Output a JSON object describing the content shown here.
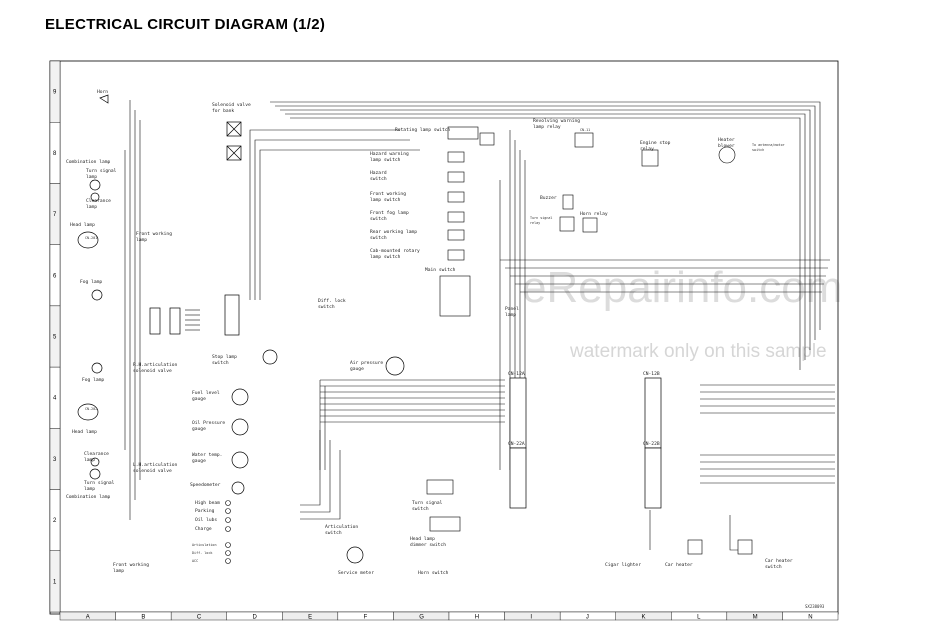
{
  "title": "ELECTRICAL CIRCUIT DIAGRAM (1/2)",
  "watermark": {
    "main": "eRepairinfo.com",
    "sub": "watermark only on this sample"
  },
  "figure_code": "SX238093",
  "grid": {
    "columns": [
      "A",
      "B",
      "C",
      "D",
      "E",
      "F",
      "G",
      "H",
      "I",
      "J",
      "K",
      "L",
      "M",
      "N"
    ],
    "rows": [
      "9",
      "8",
      "7",
      "6",
      "5",
      "4",
      "3",
      "2",
      "1"
    ]
  },
  "components": {
    "horn": "Horn",
    "solenoid_valve": [
      "Solenoid valve",
      "for bank"
    ],
    "combination_lamp_top": "Combination lamp",
    "turn_signal_top": [
      "Turn signal",
      "lamp"
    ],
    "clearance_top": [
      "Clearance",
      "lamp"
    ],
    "head_lamp_top": "Head lamp",
    "front_working_top": [
      "Front working",
      "lamp"
    ],
    "fog_lamp_top": "Fog lamp",
    "fog_lamp_bottom": "Fog lamp",
    "head_lamp_bottom": "Head lamp",
    "clearance_bottom": [
      "Clearance",
      "lamp"
    ],
    "turn_signal_bottom": [
      "Turn signal",
      "lamp"
    ],
    "combination_lamp_bottom": "Combination lamp",
    "front_working_bottom": [
      "Front working",
      "lamp"
    ],
    "r_h_articulation": [
      "R.H.articulation",
      "solenoid valve"
    ],
    "l_h_articulation": [
      "L.H.articulation",
      "solenoid valve"
    ],
    "stop_lamp_switch": [
      "Stop lamp",
      "switch"
    ],
    "air_pressure_gauge": [
      "Air pressure",
      "gauge"
    ],
    "diff_lock_switch": [
      "Diff. lock",
      "switch"
    ],
    "fuel_level_gauge": [
      "Fuel level",
      "gauge"
    ],
    "oil_pressure_gauge": [
      "Oil Pressure",
      "gauge"
    ],
    "water_temp_gauge": [
      "Water temp.",
      "gauge"
    ],
    "speedometer": "Speedometer",
    "indicators": [
      "High beam",
      "Parking",
      "Oil lubs",
      "Charge"
    ],
    "indicators2": [
      "Articulation",
      "Diff. lock",
      "ACC"
    ],
    "articulation_switch": [
      "Articulation",
      "switch"
    ],
    "service_meter": "Service meter",
    "turn_signal_switch": [
      "Turn signal",
      "switch"
    ],
    "head_lamp_dimmer": [
      "Head lamp",
      "dimmer switch"
    ],
    "horn_switch": "Horn switch",
    "rotating_lamp_switch": "Rotating lamp switch",
    "hazard_switch": [
      "Hazard warning",
      "lamp switch"
    ],
    "revolving_warning_relay": [
      "Revolving warning",
      "lamp relay"
    ],
    "hazard_lamp_switch": [
      "Hazard",
      "switch"
    ],
    "front_working_switch": [
      "Front working",
      "lamp switch"
    ],
    "front_fog_switch": [
      "Front fog lamp",
      "switch"
    ],
    "rear_working_switch": [
      "Rear working lamp",
      "switch"
    ],
    "cab_rotary_switch": [
      "Cab-mounted rotary",
      "lamp switch"
    ],
    "main_switch": "Main switch",
    "heater_blower": [
      "Heater",
      "blower"
    ],
    "tv_antenna_switch": [
      "To antenna/motor",
      "switch"
    ],
    "engine_stop_solenoid": [
      "Engine stop",
      "relay"
    ],
    "buzzer": "Buzzer",
    "turn_signal_relay": [
      "Turn signal",
      "relay"
    ],
    "horn_relay": "Horn relay",
    "panel_lamp": [
      "Panel",
      "lamp"
    ],
    "cigar_lighter": "Cigar lighter",
    "car_heater": "Car heater",
    "car_heater_switch": [
      "Car heater",
      "switch"
    ]
  },
  "connectors": {
    "cn_12a": "CN-12A",
    "cn_12b": "CN-12B",
    "cn_22a": "CN-22A",
    "cn_22b": "CN-22B",
    "cn_201": "CN-201",
    "cn_202": "CN-202",
    "cn_11": "CN-11"
  }
}
